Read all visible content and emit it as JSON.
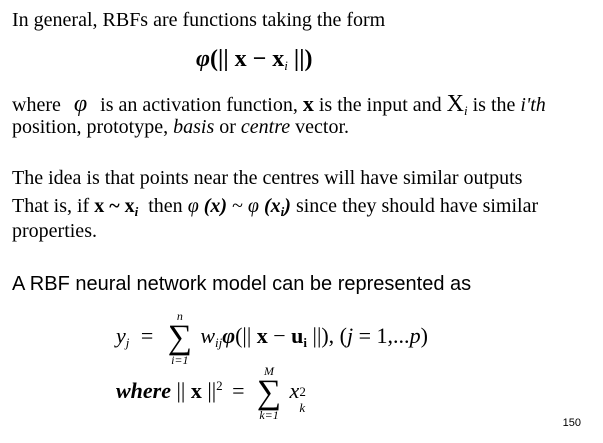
{
  "intro": {
    "text": "In general, RBFs   are   functions taking the form"
  },
  "formula_main": {
    "phi": "φ",
    "open": "(|| ",
    "x": "x",
    "minus": " − ",
    "xi": "x",
    "i": "i",
    "close": " ||)"
  },
  "where_line": {
    "where": "where",
    "phi": "φ",
    "t1": "is an activation function,",
    "x": "x",
    "t2": "is the input and",
    "xi": "X",
    "i": "i",
    "t3": "is the",
    "ith": "i'th"
  },
  "position_line": {
    "t1": "position, prototype,",
    "basis": "basis",
    "or": "or",
    "centre": "centre",
    "t2": "vector."
  },
  "idea_line": {
    "text": "The idea is that points near the centres will have similar outputs"
  },
  "thatis_line": {
    "t1": "That is,  if",
    "x": "x",
    "tilde": "~",
    "xi": "x",
    "i": "i",
    "then": "then",
    "phi1": "φ",
    "px": "(x)",
    "tilde2": "~",
    "phi2": "φ",
    "pxi_open": "(x",
    "pxi_i": "i",
    "pxi_close": ")",
    "t2": "since they should have similar"
  },
  "properties_line": {
    "text": "properties."
  },
  "rbf_heading": {
    "text": "A  RBF neural network model  can be represented as"
  },
  "eq_rbf": {
    "y": "y",
    "j": "j",
    "eq": "=",
    "sum_top": "n",
    "sum_bot": "i=1",
    "w": "w",
    "ij": "ij",
    "phi": "φ",
    "inner_open": "(|| ",
    "x": "x",
    "minus": " − ",
    "u": "u",
    "ui": "i",
    "inner_close": " ||), (",
    "jj": "j",
    "range": " = 1,...",
    "p": "p",
    "end": ")"
  },
  "eq_norm": {
    "where": "where",
    "norm_open": " || ",
    "x": "x",
    "norm_close": " ||",
    "sq": "2",
    "eq": "=",
    "sum_top": "M",
    "sum_bot": "k=1",
    "xk": "x",
    "k": "k",
    "k_sq": "2"
  },
  "page_number": "150"
}
